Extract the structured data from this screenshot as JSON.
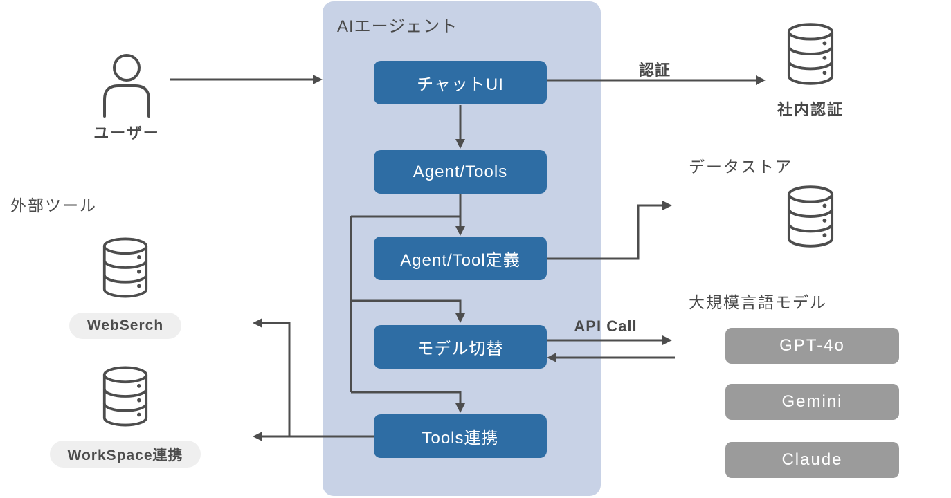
{
  "colors": {
    "panel_bg": "#c8d2e6",
    "node_blue": "#2e6da4",
    "llm_gray": "#9b9b9b",
    "pill_bg": "#efefef",
    "line": "#4d4d4d",
    "text": "#4a4a4a",
    "node_text": "#ffffff"
  },
  "user": {
    "label": "ユーザー"
  },
  "agent_panel": {
    "title": "AIエージェント",
    "boxes": [
      {
        "label": "チャットUI"
      },
      {
        "label": "Agent/Tools"
      },
      {
        "label": "Agent/Tool定義"
      },
      {
        "label": "モデル切替"
      },
      {
        "label": "Tools連携"
      }
    ]
  },
  "external_tools": {
    "heading": "外部ツール",
    "items": [
      {
        "label": "WebSerch"
      },
      {
        "label": "WorkSpace連携"
      }
    ]
  },
  "auth": {
    "arrow_label": "認証",
    "db_label": "社内認証"
  },
  "datastore": {
    "heading": "データストア"
  },
  "llm": {
    "heading": "大規模言語モデル",
    "api_call_label": "API Call",
    "models": [
      {
        "name": "GPT-4o"
      },
      {
        "name": "Gemini"
      },
      {
        "name": "Claude"
      }
    ]
  }
}
